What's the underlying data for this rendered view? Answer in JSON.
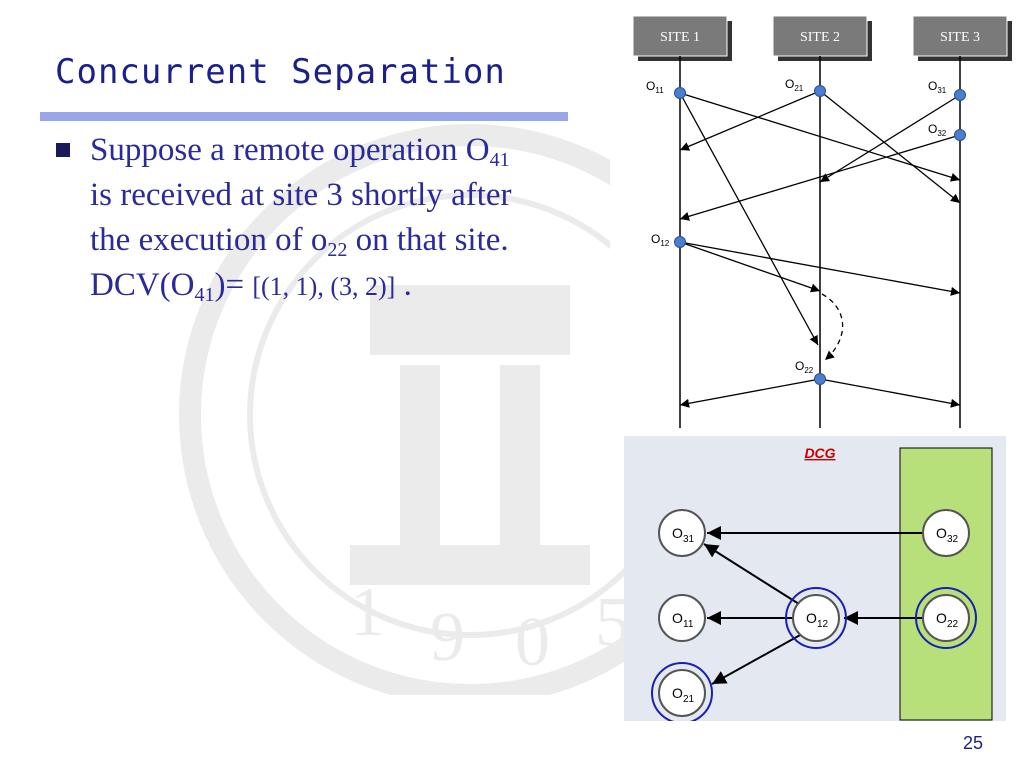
{
  "slide": {
    "title": "Concurrent Separation",
    "bullet": {
      "t1": "Suppose a remote operation O",
      "s1": "41",
      "t2": "is received at site 3 shortly after",
      "t3": "the execution of o",
      "s3": "22",
      "t4": " on that site.",
      "t5": "DCV(O",
      "s5": "41",
      "t6": ")= ",
      "t7": "[(1, 1), (3, 2)]",
      "t8": " ."
    },
    "page_number": "25"
  },
  "watermark": {
    "year_digits": [
      "1",
      "9",
      "0",
      "5"
    ]
  },
  "sequence_diagram": {
    "sites": [
      "SITE 1",
      "SITE 2",
      "SITE 3"
    ],
    "operations": {
      "o11": {
        "main": "O",
        "sub": "11"
      },
      "o21": {
        "main": "O",
        "sub": "21"
      },
      "o31": {
        "main": "O",
        "sub": "31"
      },
      "o32": {
        "main": "O",
        "sub": "32"
      },
      "o12": {
        "main": "O",
        "sub": "12"
      },
      "o22": {
        "main": "O",
        "sub": "22"
      }
    }
  },
  "dcg": {
    "title": "DCG",
    "nodes": {
      "o31": {
        "main": "O",
        "sub": "31"
      },
      "o11": {
        "main": "O",
        "sub": "11"
      },
      "o21": {
        "main": "O",
        "sub": "21"
      },
      "o12": {
        "main": "O",
        "sub": "12"
      },
      "o32": {
        "main": "O",
        "sub": "32"
      },
      "o22": {
        "main": "O",
        "sub": "22"
      }
    }
  },
  "colors": {
    "title": "#1a1f8a",
    "bullet_text": "#2a2a9a",
    "title_rule": "#9aa6e8",
    "site_box": "#7a7a7a",
    "op_point": "#4a7fd0",
    "dcg_title": "#cc0000",
    "dcg_bg": "#e4e8f0",
    "dcg_highlight": "#b8e07a",
    "dcg_ring": "#1a1fb0"
  }
}
